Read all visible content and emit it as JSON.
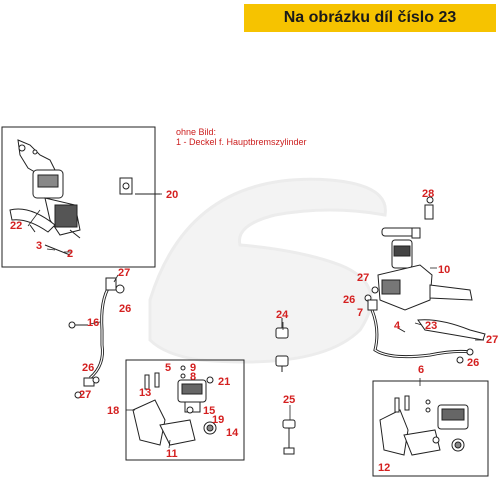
{
  "banner": {
    "text": "Na obrázku díl číslo 23"
  },
  "note": {
    "line1": "ohne Bild:",
    "line2": "1 - Deckel f. Hauptbremszylinder"
  },
  "colors": {
    "banner_bg": "#f6c300",
    "label": "#d42020",
    "note": "#cc1f1f",
    "line": "#222222",
    "watermark": "#f2f2f2"
  },
  "labels": [
    "20",
    "22",
    "3",
    "2",
    "27",
    "26",
    "16",
    "26",
    "27",
    "5",
    "9",
    "8",
    "21",
    "13",
    "18",
    "15",
    "19",
    "14",
    "11",
    "24",
    "25",
    "28",
    "10",
    "27",
    "26",
    "7",
    "4",
    "23",
    "27",
    "26",
    "6",
    "12"
  ]
}
